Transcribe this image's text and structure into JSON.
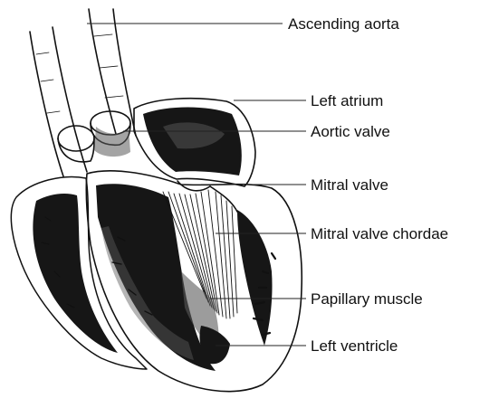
{
  "diagram": {
    "labels": [
      "Ascending aorta",
      "Left atrium",
      "Aortic valve",
      "Mitral valve",
      "Mitral valve chordae",
      "Papillary muscle",
      "Left ventricle"
    ]
  },
  "colors": {
    "ink": "#111111",
    "background": "#ffffff"
  }
}
